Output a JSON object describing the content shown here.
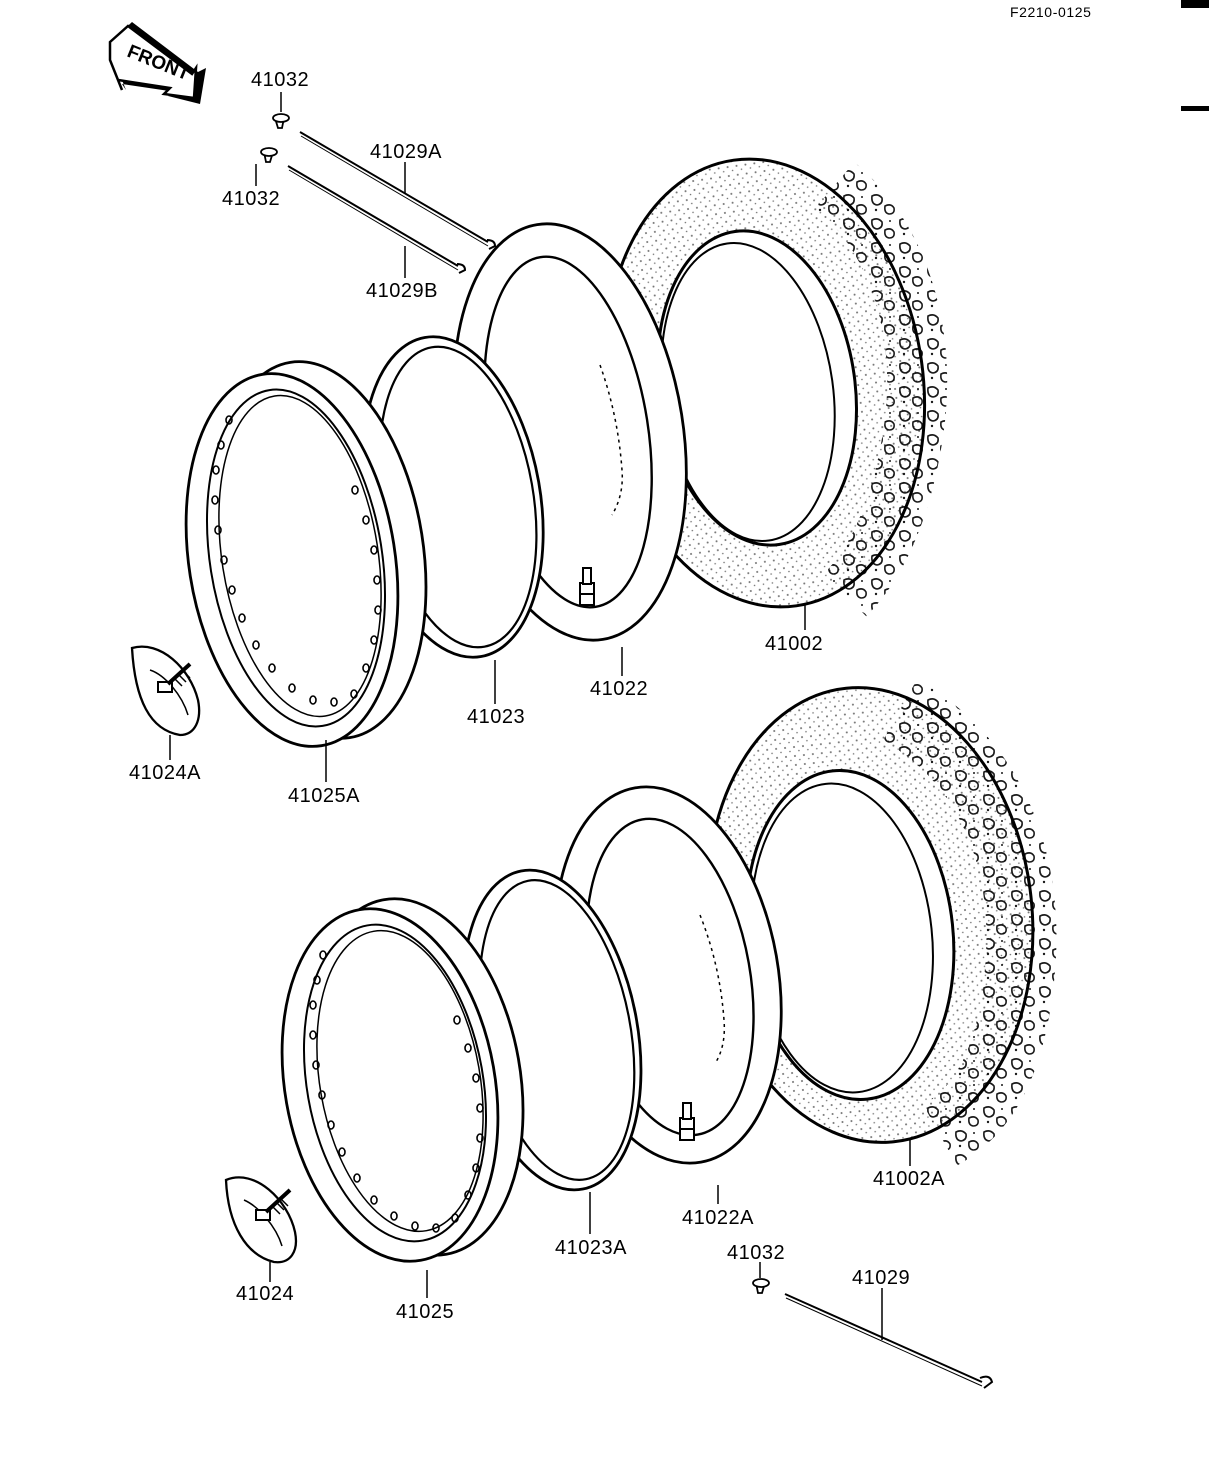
{
  "diagram_code": "F2210-0125",
  "front_label": "FRONT",
  "labels": {
    "spoke_nipple_a": "41032",
    "spoke_nipple_b": "41032",
    "spoke_nipple_c": "41032",
    "spoke_41029A": "41029A",
    "spoke_41029B": "41029B",
    "spoke_41029": "41029",
    "front_tire": "41002",
    "front_tube": "41022",
    "front_rim_band": "41023",
    "front_rim_lock": "41024A",
    "front_rim": "41025A",
    "rear_tire": "41002A",
    "rear_tube": "41022A",
    "rear_rim_band": "41023A",
    "rear_rim_lock": "41024",
    "rear_rim": "41025"
  },
  "colors": {
    "ink": "#000000",
    "paper": "#ffffff"
  }
}
